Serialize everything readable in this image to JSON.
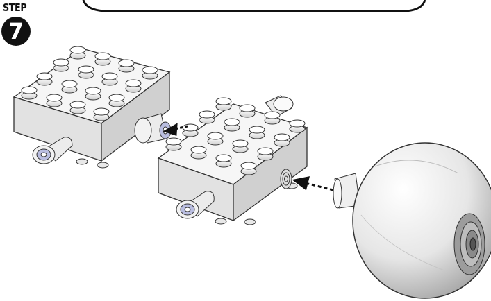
{
  "step": {
    "label": "STEP",
    "number": "7"
  },
  "colors": {
    "ink": "#111111",
    "brick": "#f4f4f4",
    "brick_shade": "#d9d9d9",
    "hub": "#b9bde0"
  },
  "parts": {
    "arrow_count": 2
  }
}
